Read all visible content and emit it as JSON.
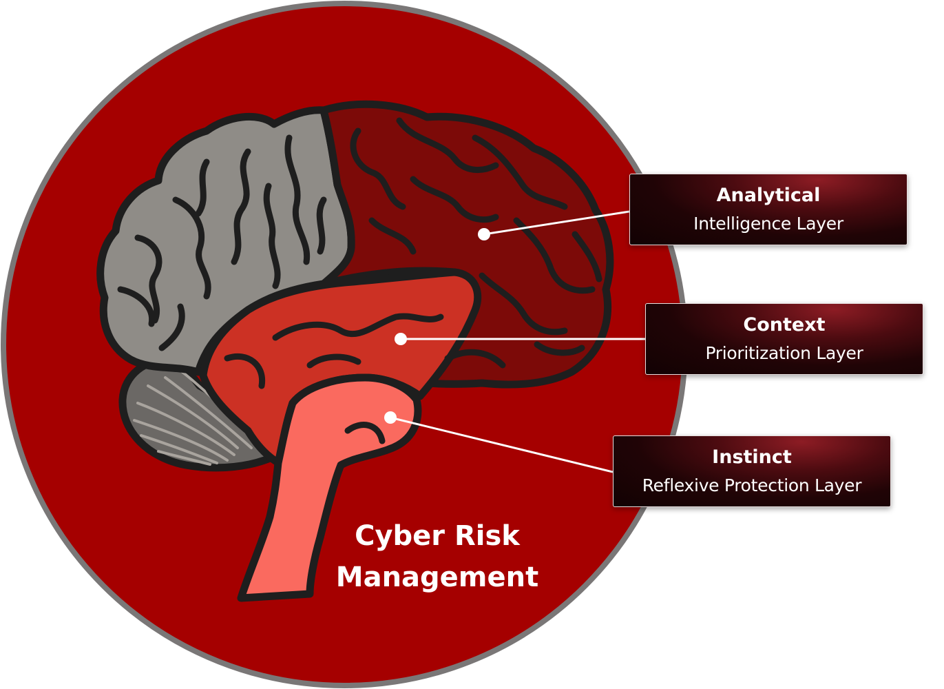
{
  "diagram": {
    "title_lines": [
      "Cyber Risk",
      "Management"
    ],
    "layers": [
      {
        "id": "analytical",
        "title": "Analytical",
        "subtitle": "Intelligence Layer"
      },
      {
        "id": "context",
        "title": "Context",
        "subtitle": "Prioritization Layer"
      },
      {
        "id": "instinct",
        "title": "Instinct",
        "subtitle": "Reflexive Protection Layer"
      }
    ]
  },
  "colors": {
    "circle_fill": "#a50000",
    "circle_ring": "#7a7777",
    "cortex_gray": "#8f8c87",
    "analytical_region": "#7c0a08",
    "context_region": "#cc3124",
    "instinct_region": "#fa6a5f",
    "cerebellum": "#6b6865",
    "outline": "#1e1e1e"
  }
}
